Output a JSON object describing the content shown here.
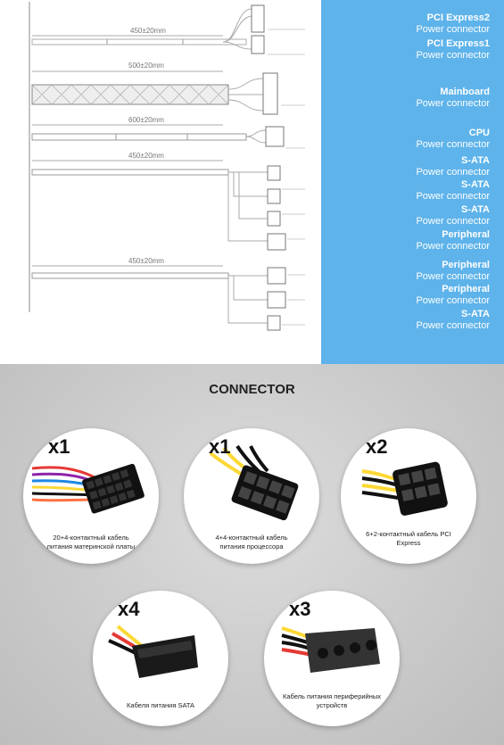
{
  "diagram": {
    "dimensions": [
      "450±20mm",
      "500±20mm",
      "600±20mm",
      "450±20mm",
      "450±20mm"
    ],
    "labels": [
      {
        "title": "PCI Express2",
        "sub": "Power connector"
      },
      {
        "title": "PCI Express1",
        "sub": "Power connector"
      },
      {
        "title": "Mainboard",
        "sub": "Power connector"
      },
      {
        "title": "CPU",
        "sub": "Power connector"
      },
      {
        "title": "S-ATA",
        "sub": "Power connector"
      },
      {
        "title": "S-ATA",
        "sub": "Power connector"
      },
      {
        "title": "S-ATA",
        "sub": "Power connector"
      },
      {
        "title": "Peripheral",
        "sub": "Power connector"
      },
      {
        "title": "Peripheral",
        "sub": "Power connector"
      },
      {
        "title": "Peripheral",
        "sub": "Power connector"
      },
      {
        "title": "S-ATA",
        "sub": "Power connector"
      }
    ]
  },
  "connectors": {
    "title": "CONNECTOR",
    "items": [
      {
        "count": "x1",
        "caption_line1": "20+4-контактный кабель",
        "caption_line2": "питания материнской платы"
      },
      {
        "count": "x1",
        "caption_line1": "4+4-контактный кабель",
        "caption_line2": "питания процессора"
      },
      {
        "count": "x2",
        "caption_line1": "6+2-контактный кабель PCI",
        "caption_line2": "Express"
      },
      {
        "count": "x4",
        "caption_line1": "Кабеля питания SATA",
        "caption_line2": ""
      },
      {
        "count": "x3",
        "caption_line1": "Кабель питания периферийных",
        "caption_line2": "устройств"
      }
    ]
  }
}
